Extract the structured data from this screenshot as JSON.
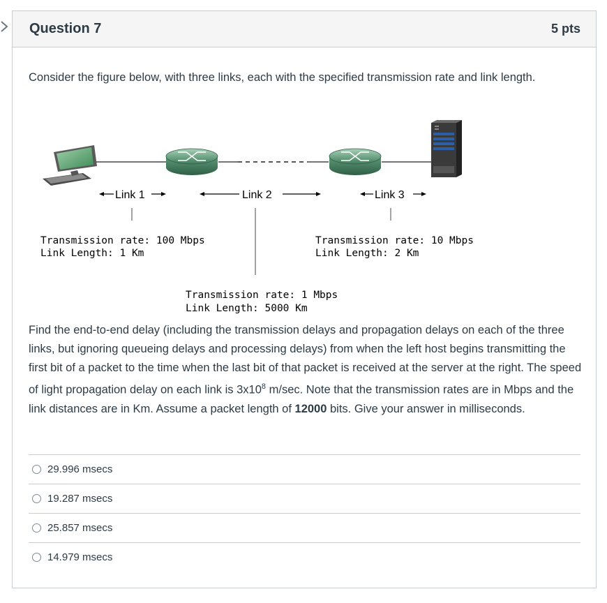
{
  "question": {
    "title": "Question 7",
    "points": "5 pts",
    "intro": "Consider the figure below, with three links, each with the specified transmission rate and link length.",
    "prompt_part1": "Find the end-to-end delay (including the transmission delays and propagation delays on each of the three links, but ignoring queueing delays and processing delays) from when the left host begins transmitting the first bit of a packet to the time when the last bit of that packet is received at the server at the right. The speed of light propagation delay on each link is 3x10",
    "prompt_exponent": "8",
    "prompt_part2": " m/sec. Note that the transmission rates are in Mbps and the link distances are in Km. Assume a packet length of ",
    "prompt_bold": "12000",
    "prompt_part3": " bits. Give your answer in milliseconds."
  },
  "figure": {
    "link1": {
      "label": "Link 1",
      "rate": "Transmission rate: 100 Mbps",
      "length": "Link Length: 1 Km"
    },
    "link2": {
      "label": "Link 2",
      "rate": "Transmission rate: 1 Mbps",
      "length": "Link Length: 5000 Km"
    },
    "link3": {
      "label": "Link 3",
      "rate": "Transmission rate: 10 Mbps",
      "length": "Link Length: 2 Km"
    }
  },
  "answers": [
    {
      "label": "29.996 msecs"
    },
    {
      "label": "19.287 msecs"
    },
    {
      "label": "25.857 msecs"
    },
    {
      "label": "14.979 msecs"
    }
  ],
  "colors": {
    "border": "#c7cdd1",
    "header_bg": "#f5f5f5",
    "text": "#2d3b45",
    "router_green": "#4f8a6b"
  }
}
